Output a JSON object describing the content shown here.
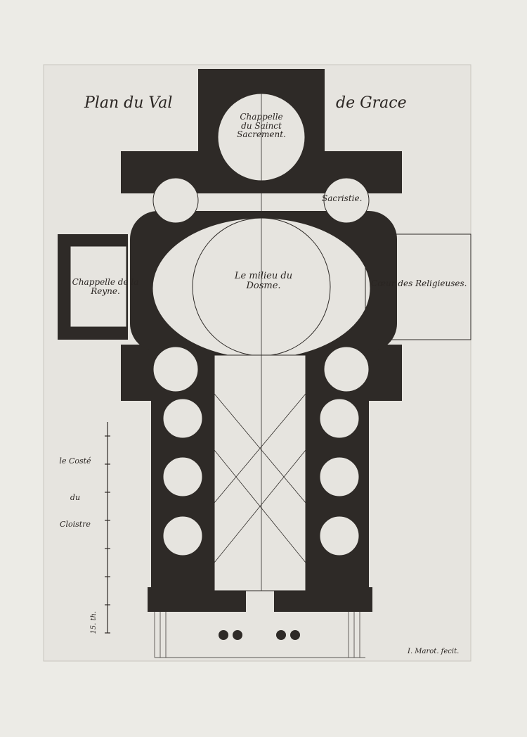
{
  "title": {
    "left": "Plan du Val",
    "right": "de Grace"
  },
  "rooms": {
    "saint_sacrement": [
      "Chappelle",
      "du Sainct",
      "Sacrement."
    ],
    "sacristie": "Sacristie.",
    "reyne": [
      "Chappelle de la",
      "Reyne."
    ],
    "dome": [
      "Le milieu du",
      "Dosme."
    ],
    "religieuses": "Cœur des Religieuses."
  },
  "side_note": [
    "le Costé",
    "du",
    "Cloistre"
  ],
  "scale_label": "15. th.",
  "signature": "I. Marot. fecit.",
  "colors": {
    "paper": "#ecebe6",
    "plate": "#e6e4df",
    "ink": "#2a2522"
  }
}
